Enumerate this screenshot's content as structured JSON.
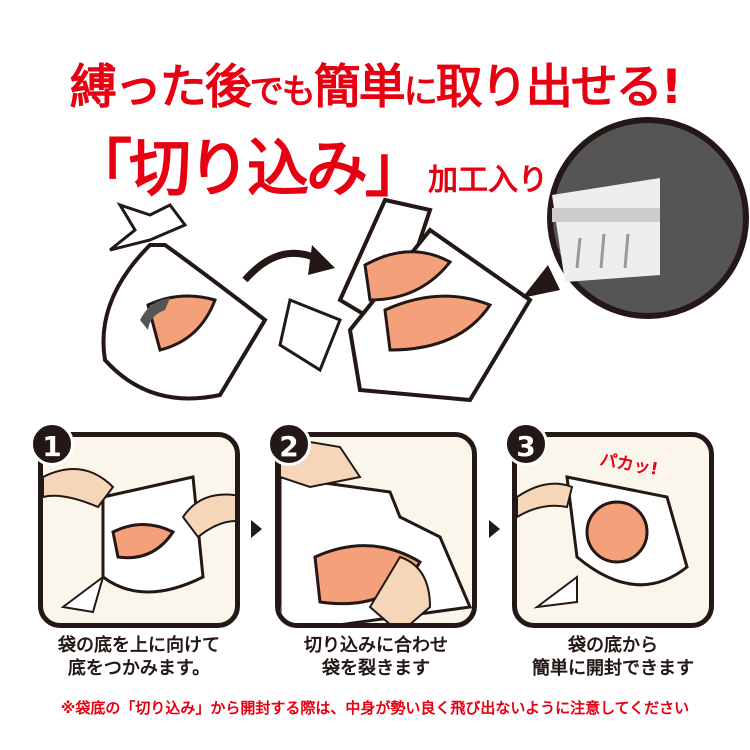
{
  "headline": {
    "line1_parts": [
      "縛った後",
      "でも",
      "簡単",
      "に",
      "取り出せる!"
    ],
    "line2_main": "「切り込み」",
    "line2_sub": "加工入り"
  },
  "steps": [
    {
      "number": "1",
      "caption_line1": "袋の底を上に向けて",
      "caption_line2": "底をつかみます。"
    },
    {
      "number": "2",
      "caption_line1": "切り込みに合わせ",
      "caption_line2": "袋を裂きます"
    },
    {
      "number": "3",
      "caption_line1": "袋の底から",
      "caption_line2": "簡単に開封できます"
    }
  ],
  "sound_effect": "パカッ!",
  "note": "※袋底の「切り込み」から開封する際は、中身が勢い良く飛び出ないように注意してください",
  "colors": {
    "accent": "#e60012",
    "outline": "#231815",
    "salmon": "#f4a07a",
    "panel_bg": "#fbf6ec"
  }
}
